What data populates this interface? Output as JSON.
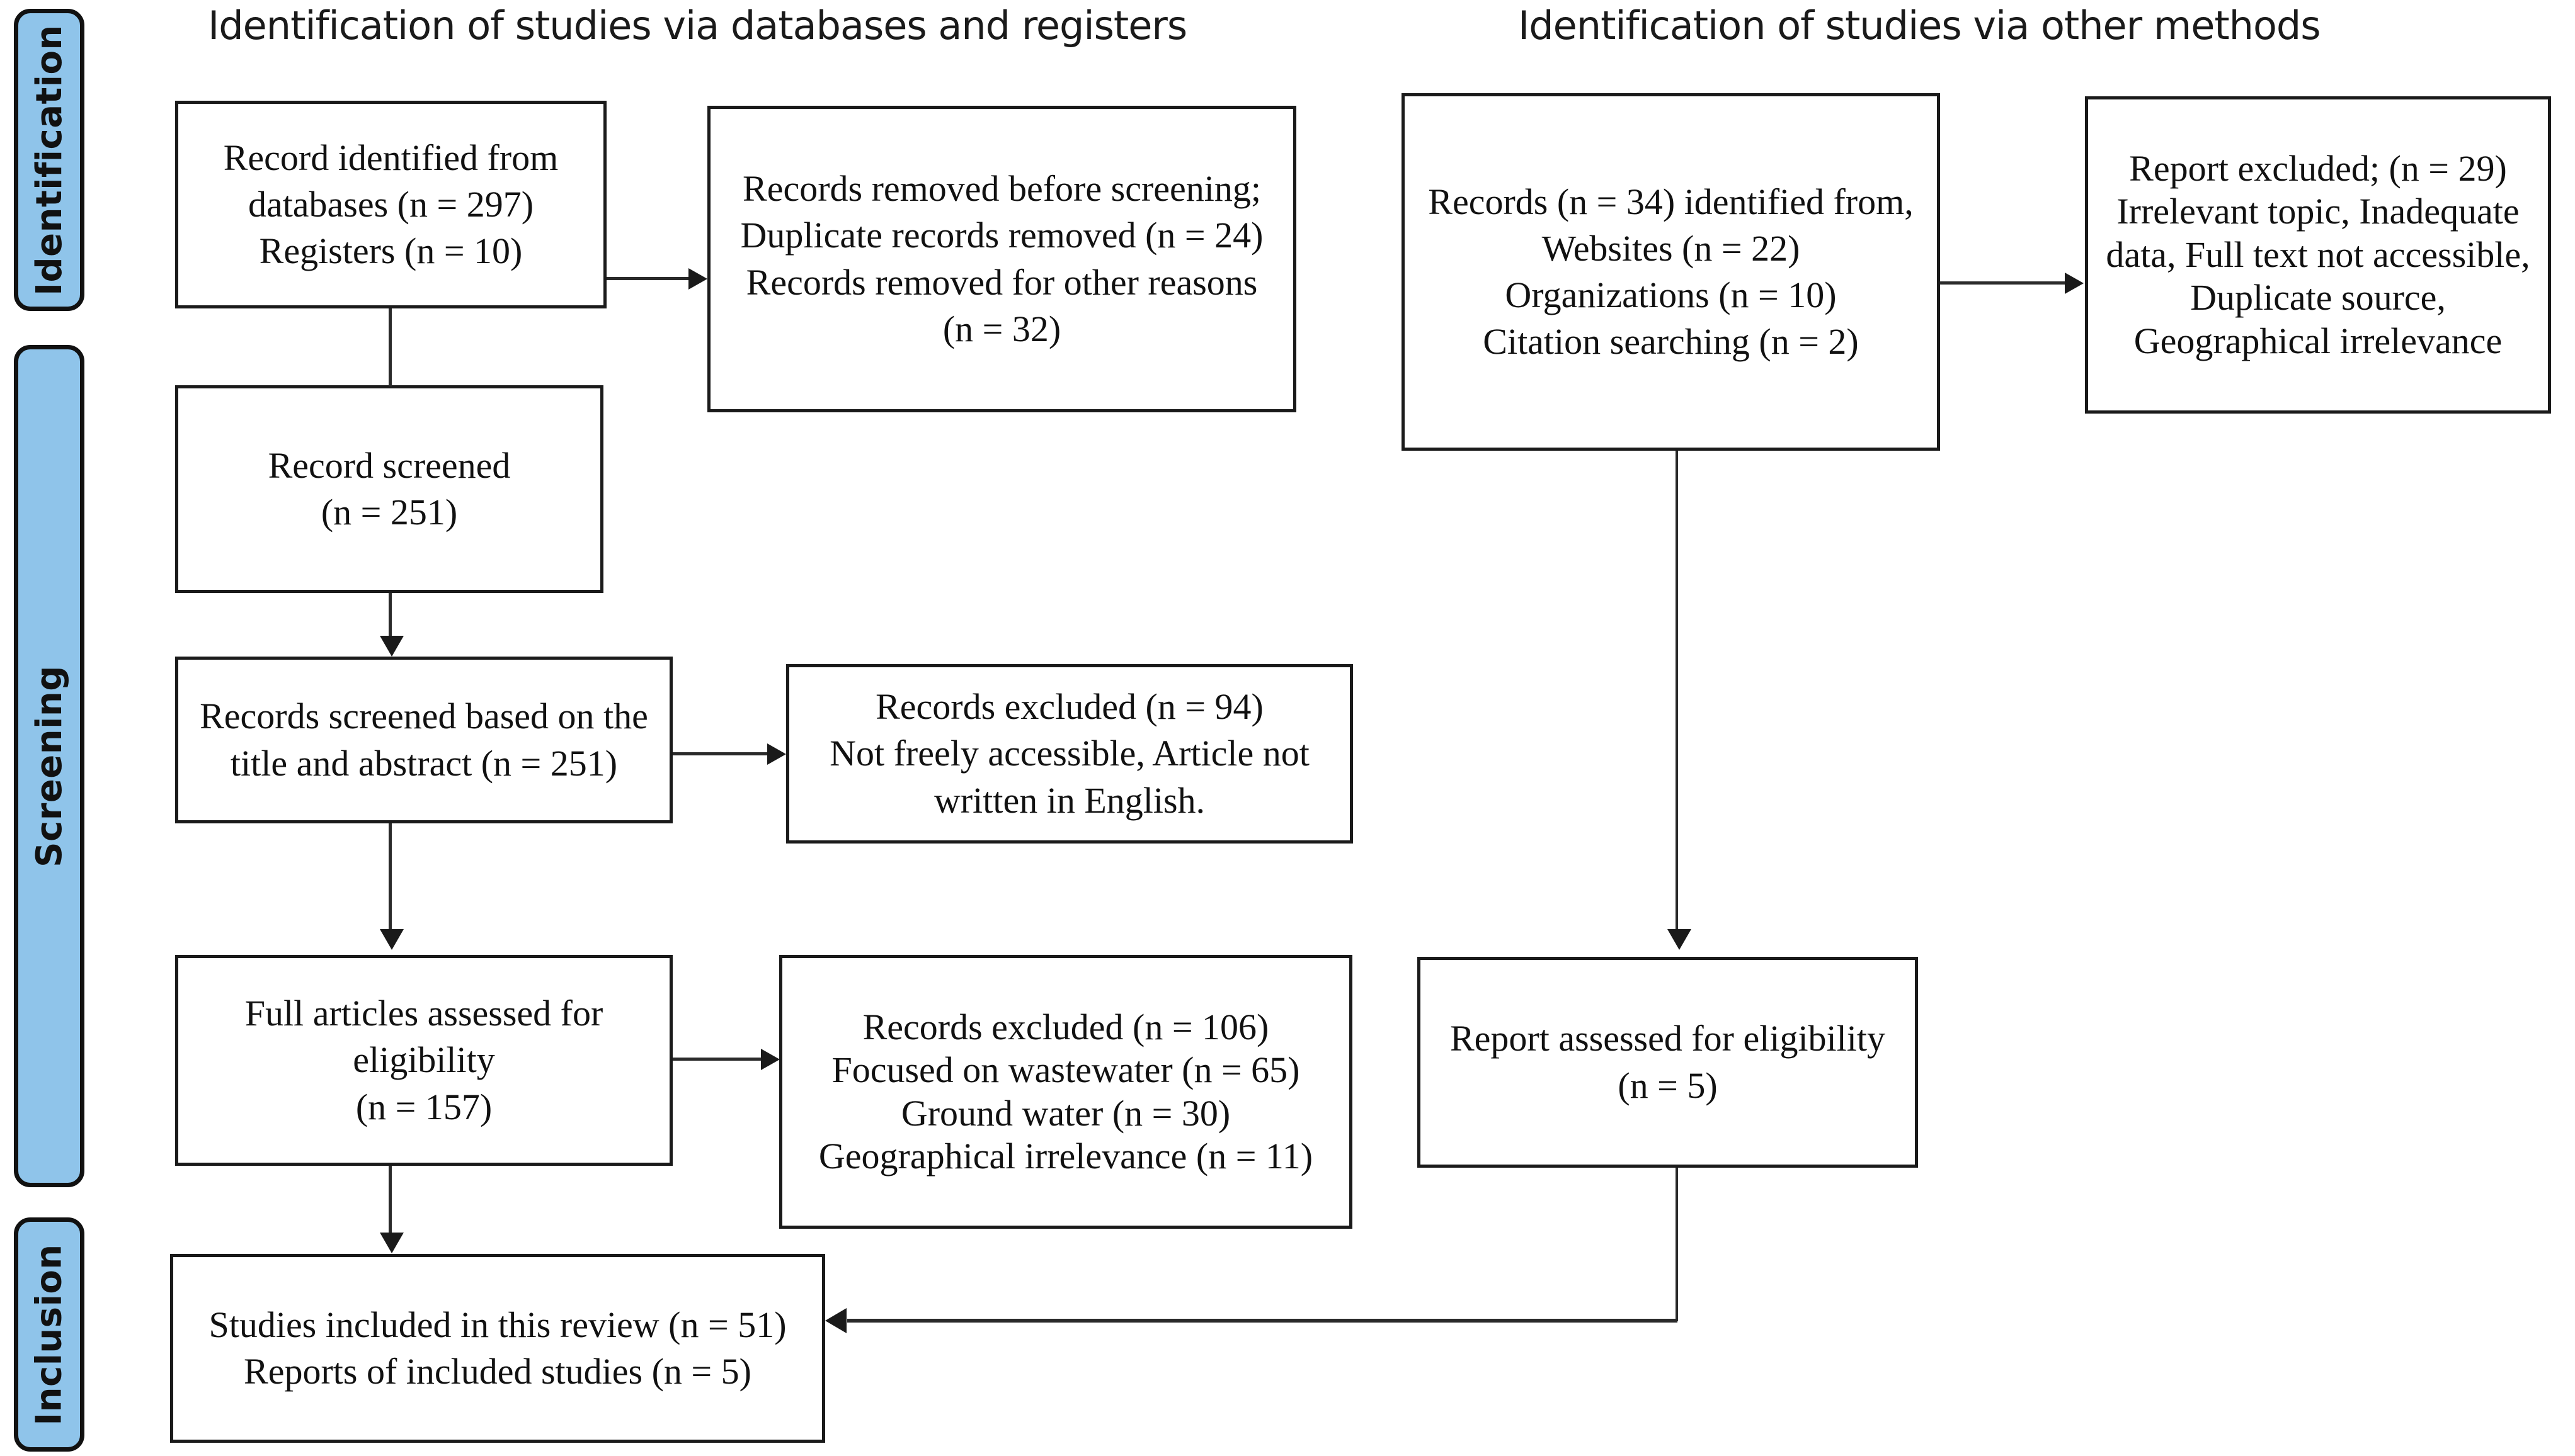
{
  "headers": {
    "left": "Identification of studies via databases and registers",
    "right": "Identification of studies via other methods"
  },
  "stages": [
    {
      "name": "identification",
      "label": "Identification"
    },
    {
      "name": "screening",
      "label": "Screening"
    },
    {
      "name": "inclusion",
      "label": "Inclusion"
    }
  ],
  "colors": {
    "stage_fill": "#8FC4EA",
    "stage_border": "#111111",
    "box_border": "#1a1a1a",
    "connector": "#2a2a2a",
    "text": "#111111",
    "background": "#ffffff"
  },
  "boxes": {
    "records_identified": {
      "name": "records-identified-box",
      "lines": [
        "Record identified from",
        "databases   (n = 297)",
        "Registers  (n = 10)"
      ]
    },
    "records_removed": {
      "name": "records-removed-before-screening-box",
      "lines": [
        "Records removed before screening;",
        "Duplicate records removed (n = 24)",
        "Records removed for other reasons",
        "(n = 32)"
      ]
    },
    "record_screened": {
      "name": "record-screened-box",
      "lines": [
        "Record screened",
        "(n = 251)"
      ]
    },
    "records_screened_title_abstract": {
      "name": "records-screened-title-abstract-box",
      "lines": [
        "Records screened based on the",
        "title and abstract  (n = 251)"
      ]
    },
    "records_excluded_94": {
      "name": "records-excluded-94-box",
      "lines": [
        "Records excluded (n = 94)",
        "Not freely accessible, Article not",
        "written in English."
      ]
    },
    "full_articles_assessed": {
      "name": "full-articles-assessed-box",
      "lines": [
        "Full articles assessed for",
        "eligibility",
        "(n = 157)"
      ]
    },
    "records_excluded_106": {
      "name": "records-excluded-106-box",
      "lines": [
        "Records excluded (n = 106)",
        "Focused on wastewater  (n = 65)",
        "Ground water  (n = 30)",
        "Geographical irrelevance  (n = 11)"
      ]
    },
    "studies_included": {
      "name": "studies-included-box",
      "lines": [
        "Studies included in this review (n = 51)",
        "Reports of included studies (n = 5)"
      ]
    },
    "records_other_methods": {
      "name": "records-other-methods-box",
      "lines": [
        "Records (n = 34) identified from,",
        "Websites (n = 22)",
        "Organizations  (n = 10)",
        "Citation searching  (n = 2)"
      ]
    },
    "report_excluded_29": {
      "name": "report-excluded-29-box",
      "lines": [
        "Report excluded; (n = 29)",
        "Irrelevant topic, Inadequate",
        "data, Full text  not accessible,",
        "Duplicate source,",
        "Geographical  irrelevance"
      ]
    },
    "report_assessed": {
      "name": "report-assessed-eligibility-box",
      "lines": [
        "Report assessed for eligibility",
        "(n = 5)"
      ]
    }
  }
}
